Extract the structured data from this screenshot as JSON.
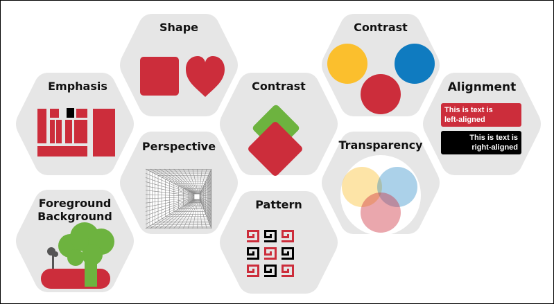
{
  "colors": {
    "hex_fill": "#e6e6e6",
    "red": "#cc2d3b",
    "green": "#6db33f",
    "yellow": "#fbbf2d",
    "blue": "#0f7bc0",
    "black": "#000000",
    "soft_yellow": "#fbe3a8",
    "soft_blue": "#a9d1ec",
    "soft_red": "#e99aa7"
  },
  "tiles": {
    "emphasis": {
      "label": "Emphasis"
    },
    "shape": {
      "label": "Shape"
    },
    "contrast_diamonds": {
      "label": "Contrast"
    },
    "contrast_circles": {
      "label": "Contrast"
    },
    "alignment": {
      "label": "Alignment",
      "left_text_line1": "This is text is",
      "left_text_line2": "left-aligned",
      "right_text_line1": "This is text is",
      "right_text_line2": "right-aligned"
    },
    "perspective": {
      "label": "Perspective"
    },
    "transparency": {
      "label": "Transparency"
    },
    "pattern": {
      "label": "Pattern"
    },
    "foreground_background": {
      "label_line1": "Foreground",
      "label_line2": "Background"
    }
  }
}
